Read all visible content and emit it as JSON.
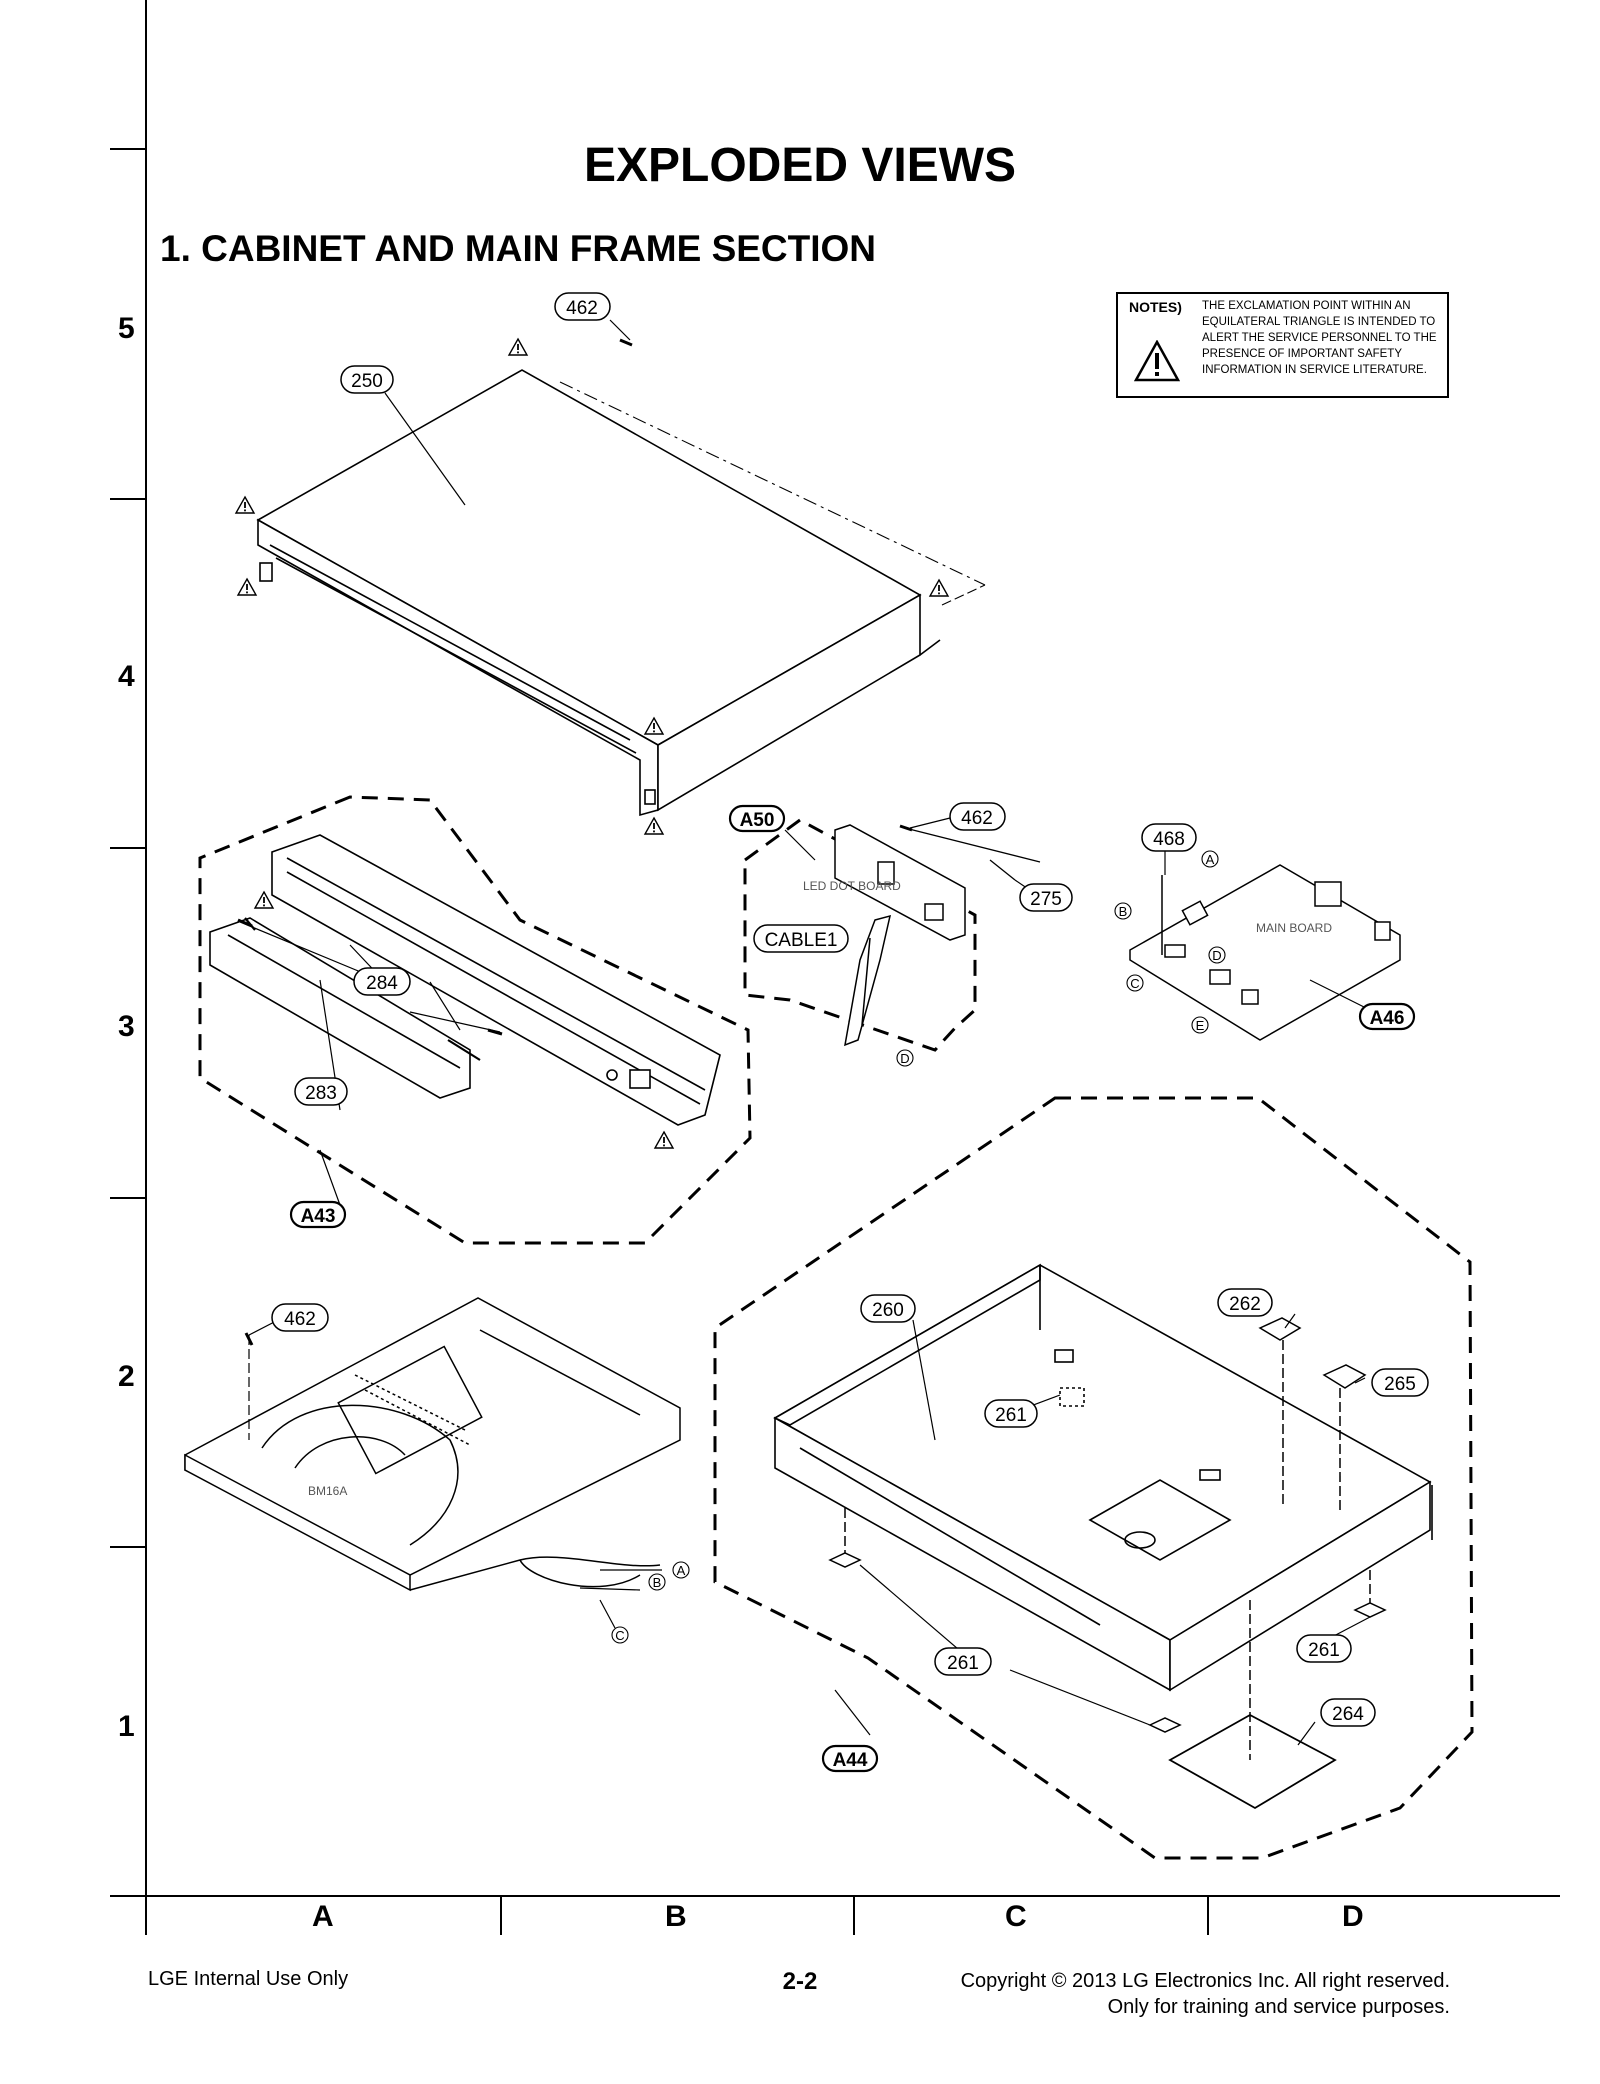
{
  "header": {
    "title": "EXPLODED VIEWS",
    "section_title": "1. CABINET AND MAIN FRAME SECTION"
  },
  "notes": {
    "label": "NOTES)",
    "text": "THE EXCLAMATION POINT WITHIN AN EQUILATERAL TRIANGLE IS INTENDED TO ALERT THE SERVICE PERSONNEL TO THE PRESENCE OF IMPORTANT SAFETY INFORMATION IN SERVICE LITERATURE.",
    "icon": "warning-triangle-icon"
  },
  "grid": {
    "rows": [
      "5",
      "4",
      "3",
      "2",
      "1"
    ],
    "columns": [
      "A",
      "B",
      "C",
      "D"
    ]
  },
  "diagram": {
    "parts": {
      "p462_top": "462",
      "p250": "250",
      "p462_led": "462",
      "p275": "275",
      "p468": "468",
      "p284": "284",
      "p283": "283",
      "p462_deck": "462",
      "p260": "260",
      "p262": "262",
      "p265": "265",
      "p261_a": "261",
      "p261_b": "261",
      "p261_c": "261",
      "p264": "264",
      "cable1": "CABLE1"
    },
    "assemblies": {
      "a50": "A50",
      "a46": "A46",
      "a43": "A43",
      "a44": "A44"
    },
    "board_labels": {
      "led_dot_board": "LED DOT BOARD",
      "main_board": "MAIN BOARD",
      "deck_model": "BM16A"
    },
    "connector_marks": {
      "mA": "A",
      "mB": "B",
      "mC": "C",
      "mD": "D",
      "mE": "E"
    }
  },
  "footer": {
    "left": "LGE Internal Use Only",
    "page": "2-2",
    "copyright_line1": "Copyright © 2013 LG Electronics Inc. All right reserved.",
    "copyright_line2": "Only for training and service purposes."
  }
}
